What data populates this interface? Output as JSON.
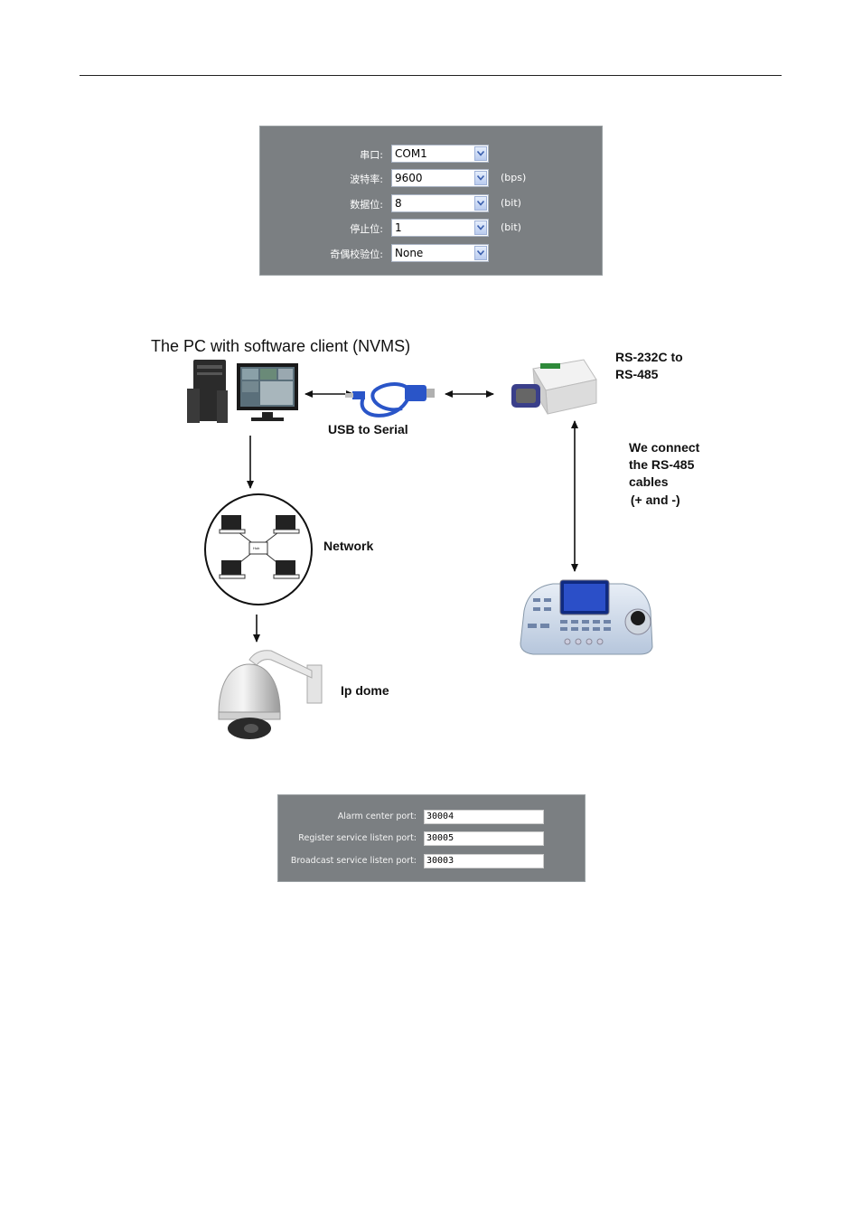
{
  "serial_settings": {
    "rows": [
      {
        "label": "串口:",
        "value": "COM1",
        "unit": ""
      },
      {
        "label": "波特率:",
        "value": "9600",
        "unit": "(bps)"
      },
      {
        "label": "数据位:",
        "value": "8",
        "unit": "(bit)"
      },
      {
        "label": "停止位:",
        "value": "1",
        "unit": "(bit)"
      },
      {
        "label": "奇偶校验位:",
        "value": "None",
        "unit": ""
      }
    ]
  },
  "diagram": {
    "title": "The PC with software client (NVMS)",
    "usb_label": "USB to Serial",
    "converter_label_1": "RS-232C to",
    "converter_label_2": "RS-485",
    "cable_note": [
      "We connect",
      "the RS-485",
      "cables",
      " (+ and -)"
    ],
    "network_label": "Network",
    "hub_label": "Hub",
    "dome_label": "Ip dome"
  },
  "ports": {
    "rows": [
      {
        "label": "Alarm center port:",
        "value": "30004"
      },
      {
        "label": "Register service listen port:",
        "value": "30005"
      },
      {
        "label": "Broadcast service listen port:",
        "value": "30003"
      }
    ]
  },
  "colors": {
    "panel_bg": "#7b7f82",
    "cable_blue": "#2a55c8"
  }
}
